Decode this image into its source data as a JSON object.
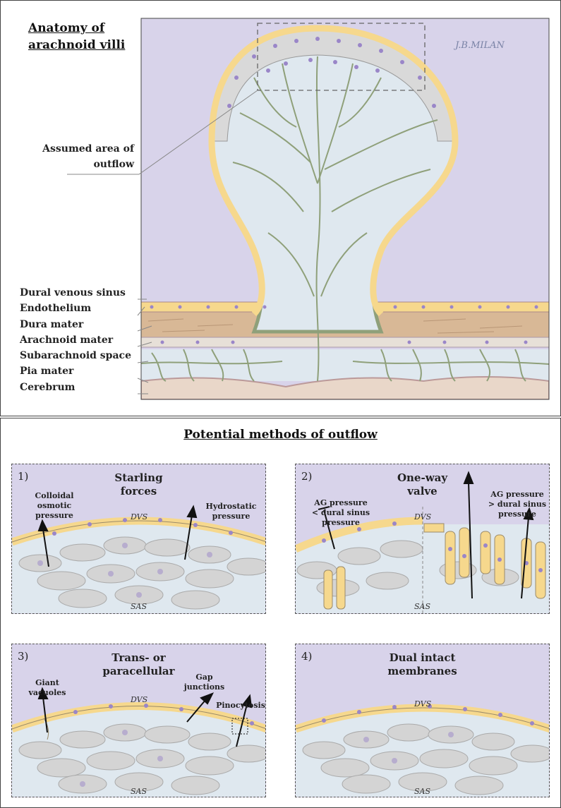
{
  "top": {
    "title_line1": "Anatomy of",
    "title_line2": "arachnoid villi",
    "signature": "J.B.MILAN",
    "outflow_line1": "Assumed area of",
    "outflow_line2": "outflow",
    "layers": [
      "Dural venous sinus",
      "Endothelium",
      "Dura mater",
      "Arachnoid mater",
      "Subarachnoid space",
      "Pia mater",
      "Cerebrum"
    ]
  },
  "bottom": {
    "title": "Potential methods of outflow",
    "panels": [
      {
        "number": "1)",
        "title_line1": "Starling",
        "title_line2": "forces",
        "dvs": "DVS",
        "sas": "SAS",
        "left_note": [
          "Colloidal",
          "osmotic",
          "pressure"
        ],
        "right_note": [
          "Hydrostatic",
          "pressure"
        ]
      },
      {
        "number": "2)",
        "title_line1": "One-way",
        "title_line2": "valve",
        "dvs": "DVS",
        "sas": "SAS",
        "left_note": [
          "AG pressure",
          "< dural sinus",
          "pressure"
        ],
        "right_note": [
          "AG pressure",
          "> dural sinus",
          "pressure"
        ]
      },
      {
        "number": "3)",
        "title_line1": "Trans- or",
        "title_line2": "paracellular",
        "dvs": "DVS",
        "sas": "SAS",
        "note_a": [
          "Giant",
          "vacuoles"
        ],
        "note_b": [
          "Gap",
          "junctions"
        ],
        "note_c": "Pinocytosis"
      },
      {
        "number": "4)",
        "title_line1": "Dual intact",
        "title_line2": "membranes",
        "dvs": "DVS",
        "sas": "SAS"
      }
    ]
  },
  "colors": {
    "sinus": "#d8d3ea",
    "endothelium": "#f6d88d",
    "nucleus": "#9a86c8",
    "dura": "#d8b896",
    "csf": "#dfe8ef",
    "trabeculae": "#8fa07a",
    "arachnoid_cell": "#d4d4d4",
    "pia": "#d9c7b8"
  }
}
